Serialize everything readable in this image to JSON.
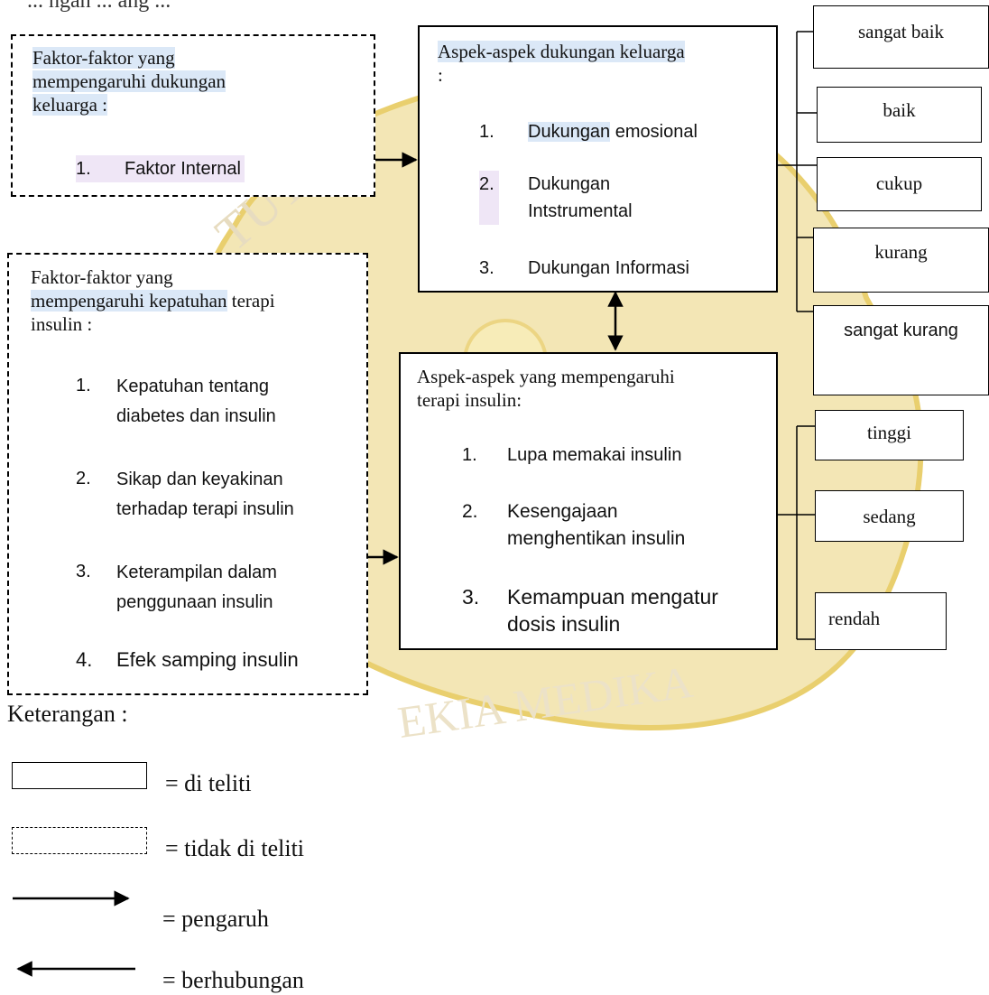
{
  "header_partial": "... ngan ... ang ...",
  "watermark": {
    "top_text": "TUTO",
    "bottom_text": "EKIA MEDIKA",
    "fill": "#f0e3ad"
  },
  "box_factors_family": {
    "title_line1": "Faktor-faktor yang",
    "title_line2": "mempengaruhi dukungan",
    "title_line3": "keluarga :",
    "items": [
      {
        "num": "1.",
        "text": "Faktor Internal"
      }
    ]
  },
  "box_aspects_family": {
    "title_line1": "Aspek-aspek dukungan keluarga",
    "title_line2": ":",
    "items": [
      {
        "num": "1.",
        "text_a": "Dukungan",
        "text_b": " emosional"
      },
      {
        "num": "2.",
        "text_a": "Dukungan",
        "text_b": "Intstrumental"
      },
      {
        "num": "3.",
        "text_a": "Dukungan Informasi",
        "text_b": ""
      }
    ]
  },
  "box_factors_compliance": {
    "title_line1": "Faktor-faktor yang",
    "title_line2a": "mempengaruhi kepatuhan",
    "title_line2b": " terapi",
    "title_line3": "insulin :",
    "items": [
      {
        "num": "1.",
        "line1": "Kepatuhan tentang",
        "line2": "diabetes dan insulin"
      },
      {
        "num": "2.",
        "line1": "Sikap dan keyakinan",
        "line2": "terhadap terapi insulin"
      },
      {
        "num": "3.",
        "line1": "Keterampilan dalam",
        "line2": "penggunaan insulin"
      },
      {
        "num": "4.",
        "line1": "Efek samping insulin",
        "line2": ""
      }
    ]
  },
  "box_aspects_therapy": {
    "title_line1": "Aspek-aspek yang mempengaruhi",
    "title_line2": "terapi insulin:",
    "items": [
      {
        "num": "1.",
        "line1": "Lupa memakai insulin",
        "line2": ""
      },
      {
        "num": "2.",
        "line1": "Kesengajaan",
        "line2": "menghentikan insulin"
      },
      {
        "num": "3.",
        "line1": "Kemampuan mengatur",
        "line2": "dosis insulin"
      }
    ]
  },
  "family_levels": [
    "sangat baik",
    "baik",
    "cukup",
    "kurang",
    "sangat kurang"
  ],
  "therapy_levels": [
    "tinggi",
    "sedang",
    "rendah"
  ],
  "legend": {
    "title": "Keterangan :",
    "solid_box": "= di teliti",
    "dashed_box": "= tidak di teliti",
    "arrow_right": "= pengaruh",
    "arrow_left": "= berhubungan"
  }
}
